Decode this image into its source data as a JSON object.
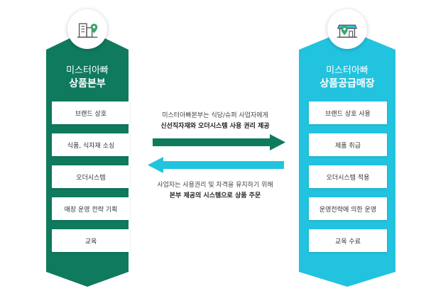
{
  "left": {
    "title_line1": "미스터아빠",
    "title_line2": "상품본부",
    "icon": "building-pin-icon",
    "color": "#0f7a5e",
    "items": [
      {
        "label": "브랜드 상호"
      },
      {
        "label": "식품, 식자재 소싱"
      },
      {
        "label": "오더시스템"
      },
      {
        "label": "매장 운영 전략 기획"
      },
      {
        "label": "교육"
      }
    ]
  },
  "right": {
    "title_line1": "미스터아빠",
    "title_line2": "상품공급매장",
    "icon": "store-pin-icon",
    "color": "#22c3df",
    "items": [
      {
        "label": "브랜드 상호 사용"
      },
      {
        "label": "제품 취급"
      },
      {
        "label": "오더시스템 적용"
      },
      {
        "label": "운영전략에 의한 운영"
      },
      {
        "label": "교육 수료"
      }
    ]
  },
  "arrow_top": {
    "line1": "미스터아빠본부는 식당/슈퍼 사업자에게",
    "line2": "신선직자재와 오더시스템 사용 권리 제공",
    "color": "#0f7a5e"
  },
  "arrow_bottom": {
    "line1": "사업자는 사용권리 및 자격을 유지하기 위해",
    "line2": "본부 제공의 시스템으로 상품 주문",
    "color": "#22c3df"
  }
}
